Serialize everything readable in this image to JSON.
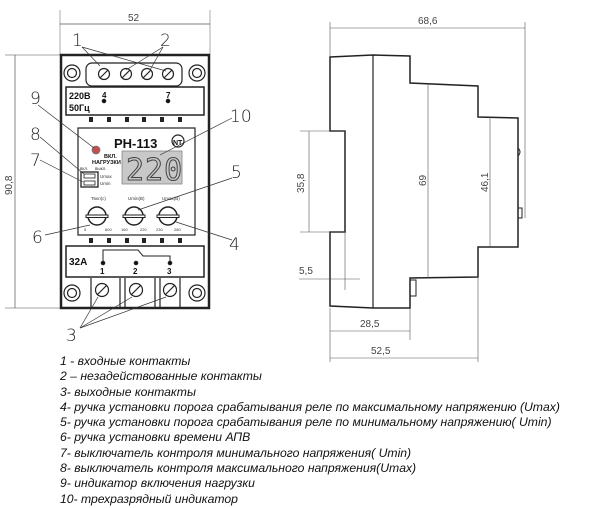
{
  "front_view": {
    "dim_width": "52",
    "dim_height": "90,8",
    "supply_voltage": "220В",
    "supply_freq": "50Гц",
    "top_terminal_a": "4",
    "top_terminal_b": "7",
    "model": "РН-113",
    "logo": "NT",
    "display_value": "220",
    "led_label_1": "ВКЛ.",
    "led_label_2": "НАГРУЗКИ",
    "switch_on": "вкл.",
    "switch_off": "выкл.",
    "switch_umax": "Umax",
    "switch_umin": "Umin",
    "knobs": [
      {
        "title": "Твкл(с)",
        "min": "5",
        "max": "600"
      },
      {
        "title": "Umin(В)",
        "min": "160",
        "max": "220"
      },
      {
        "title": "Umax(В)",
        "min": "230",
        "max": "280"
      }
    ],
    "current_rating": "32A",
    "out_terminals": [
      "1",
      "2",
      "3"
    ],
    "callouts": [
      "1",
      "2",
      "3",
      "4",
      "5",
      "6",
      "7",
      "8",
      "9",
      "10"
    ]
  },
  "side_view": {
    "dim_depth": "68,6",
    "dim_rail": "35,8",
    "dim_69": "69",
    "dim_46": "46,1",
    "dim_5_5": "5,5",
    "dim_28_5": "28,5",
    "dim_52_5": "52,5"
  },
  "legend": [
    "1 - входные контакты",
    "2 – незадействованные контакты",
    "3- выходные контакты",
    "4- ручка установки порога срабатывания реле по максимальному напряжению (Umax)",
    "5- ручка установки порога срабатывания реле по минимальному напряжению( Umin)",
    "6- ручка установки времени АПВ",
    "7- выключатель контроля минимального напряжения( Umin)",
    "8- выключатель контроля  максимального напряжения(Umax)",
    "9- индикатор включения нагрузки",
    "10- трехразрядный индикатор"
  ]
}
